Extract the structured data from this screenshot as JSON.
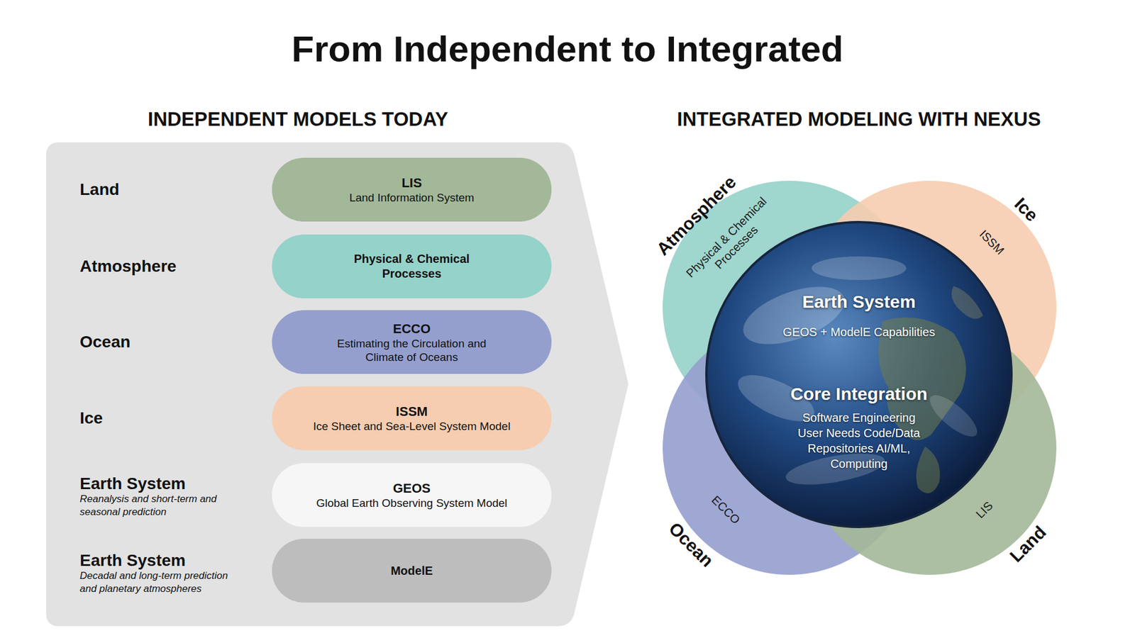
{
  "diagram": {
    "title": "From Independent to Integrated",
    "nodes": [
      {
        "text": [
          "INDEPENDENT MODELS TODAY"
        ]
      },
      {
        "text": [
          "LIS",
          "Land Information System"
        ],
        "in": 0
      },
      {
        "text": [
          "Physical & Chemical Processes"
        ],
        "in": 0
      },
      {
        "text": [
          "ECCO",
          "Estimating the Circulation and Climate of Oceans"
        ],
        "in": 0
      },
      {
        "text": [
          "ISSM",
          "Ice Sheet and Sea-Level System Model"
        ],
        "in": 0
      },
      {
        "text": [
          "GEOS",
          "Global Earth Observing System Model"
        ],
        "in": 0
      },
      {
        "text": [
          "ModelE"
        ],
        "in": 0
      },
      {
        "text": [
          "Atmosphere",
          "Physical & Chemical Processes"
        ]
      },
      {
        "text": [
          "Ice",
          "ISSM"
        ]
      },
      {
        "text": [
          "Ocean",
          "ECCO"
        ]
      },
      {
        "text": [
          "Land",
          "LIS"
        ]
      },
      {
        "text": [
          "Earth System",
          "GEOS + ModelE Capabilities",
          "Core Integration",
          "Software Engineering User Needs Code/Data Repositories AI/ML, Computing"
        ]
      }
    ],
    "labels": [
      "Land",
      "Atmosphere",
      "Ocean",
      "Ice",
      "Earth System",
      "Reanalysis and short-term and seasonal prediction",
      "Earth System",
      "Decadal and long-term prediction and planetary atmospheres",
      "INTEGRATED MODELING WITH NEXUS"
    ]
  }
}
